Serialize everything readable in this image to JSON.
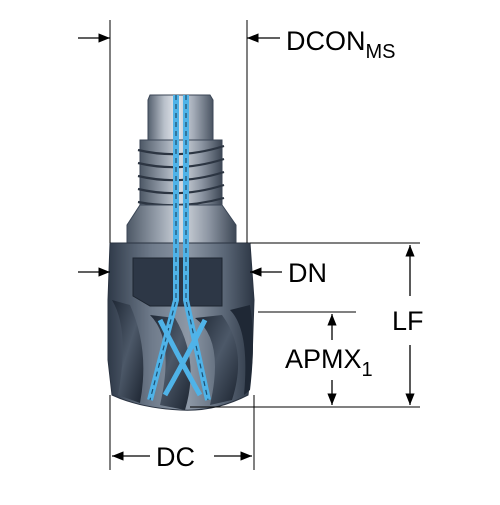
{
  "labels": {
    "dcon": "DCON",
    "dcon_sub": "MS",
    "dn": "DN",
    "lf": "LF",
    "apmx": "APMX",
    "apmx_sub": "1",
    "dc": "DC"
  },
  "colors": {
    "tool_dark": "#3b4656",
    "tool_mid": "#6e7a8a",
    "tool_light": "#c9cfd8",
    "coolant": "#4fb3e8",
    "line": "#000000"
  }
}
